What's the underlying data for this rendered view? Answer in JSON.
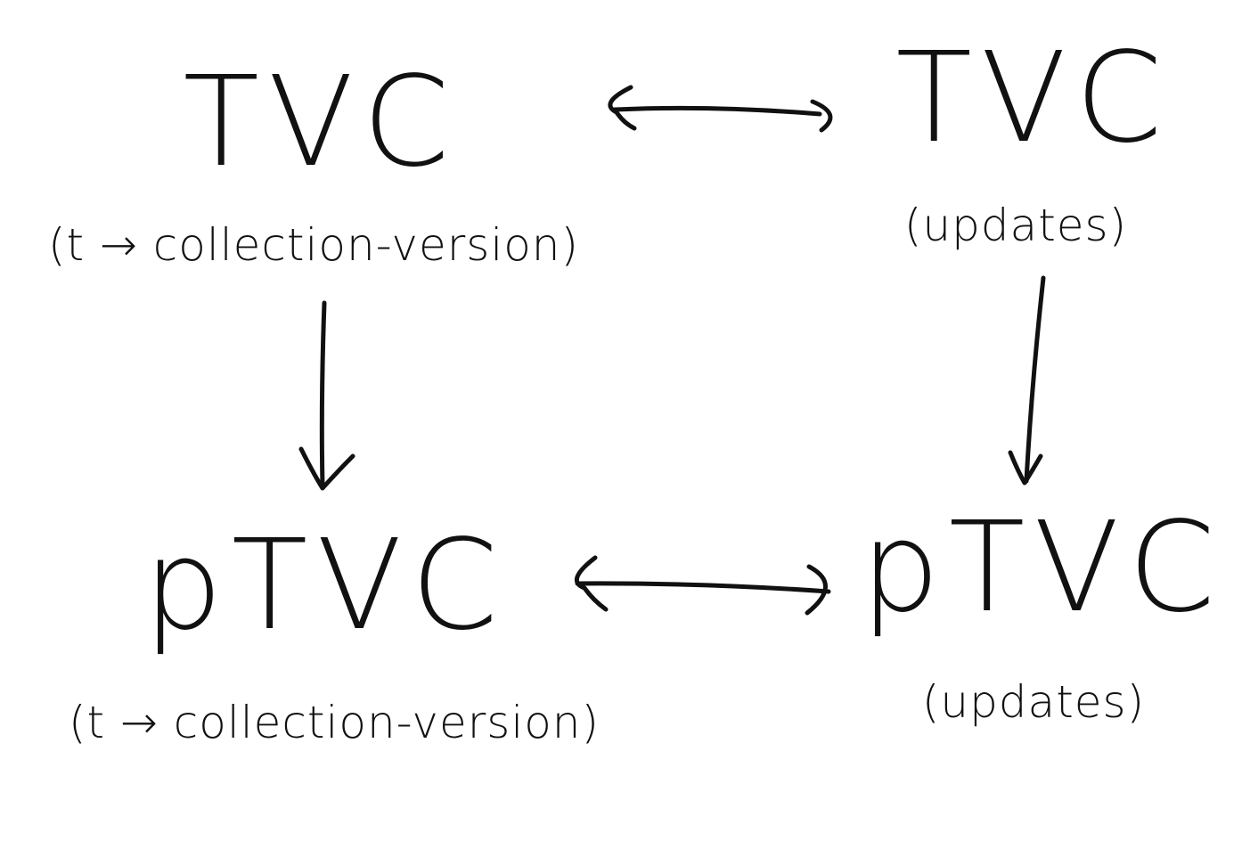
{
  "diagram": {
    "nodes": [
      {
        "id": "top-left",
        "label": "TVC",
        "sublabel": "(t → collection-version)"
      },
      {
        "id": "top-right",
        "label": "TVC",
        "sublabel": "(updates)"
      },
      {
        "id": "bottom-left",
        "label": "pTVC",
        "sublabel": "(t → collection-version)"
      },
      {
        "id": "bottom-right",
        "label": "pTVC",
        "sublabel": "(updates)"
      }
    ],
    "edges": [
      {
        "from": "top-left",
        "to": "top-right",
        "style": "bidirectional"
      },
      {
        "from": "bottom-left",
        "to": "bottom-right",
        "style": "bidirectional"
      },
      {
        "from": "top-left",
        "to": "bottom-left",
        "style": "directed"
      },
      {
        "from": "top-right",
        "to": "bottom-right",
        "style": "directed"
      }
    ],
    "ink_color": "#111111",
    "background_color": "#ffffff"
  }
}
